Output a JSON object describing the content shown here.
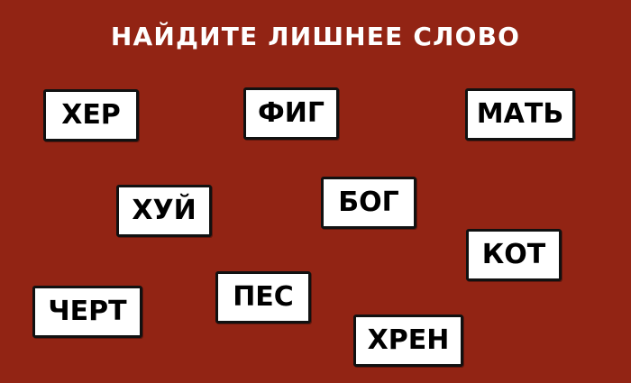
{
  "title": "НАЙДИТЕ ЛИШНЕЕ СЛОВО",
  "words": [
    "ХЕР",
    "ФИГ",
    "МАТЬ",
    "ХУЙ",
    "БОГ",
    "КОТ",
    "ЧЕРТ",
    "ПЕС",
    "ХРЕН"
  ],
  "colors": {
    "background": "#922414",
    "card": "#ffffff",
    "card_border": "#111111",
    "title_text": "#ffffff",
    "card_text": "#000000"
  }
}
